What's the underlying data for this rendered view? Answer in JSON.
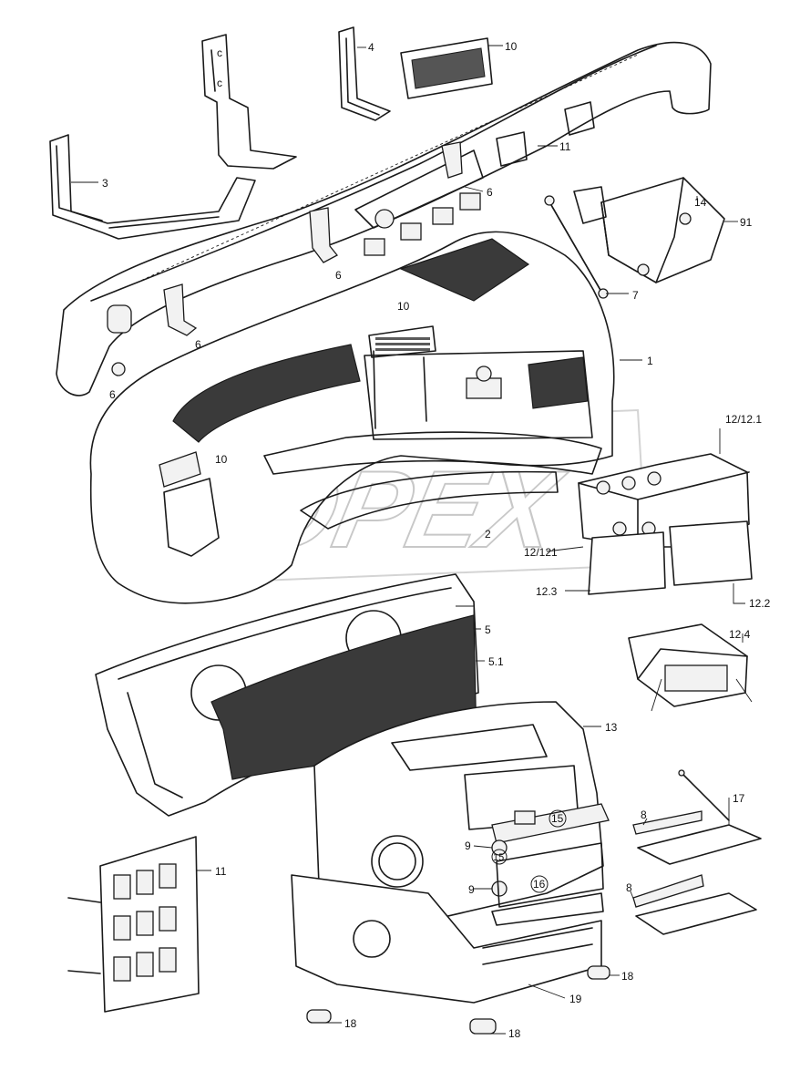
{
  "watermark": {
    "text": "TOPEX",
    "color": "#c8c8c8"
  },
  "callouts": {
    "c3": "3",
    "c4": "4",
    "c10_top": "10",
    "c11_top": "11",
    "c6_a": "6",
    "c6_b": "6",
    "c6_c": "6",
    "c6_d": "6",
    "c14": "14",
    "c91": "91",
    "c7": "7",
    "c10_mid": "10",
    "c1": "1",
    "c10_left": "10",
    "c2": "2",
    "c12_12_1": "12/12.1",
    "c12_121": "12/121",
    "c12_3": "12.3",
    "c12_2": "12.2",
    "c5": "5",
    "c5_1": "5.1",
    "c12_4": "12.4",
    "c13": "13",
    "c11_bottom": "11",
    "c8_a": "8",
    "c8_b": "8",
    "c17": "17",
    "c9_a": "9",
    "c9_b": "9",
    "c15_a": "15",
    "c15_b": "15",
    "c16": "16",
    "c18_a": "18",
    "c18_b": "18",
    "c18_c": "18",
    "c19": "19"
  }
}
